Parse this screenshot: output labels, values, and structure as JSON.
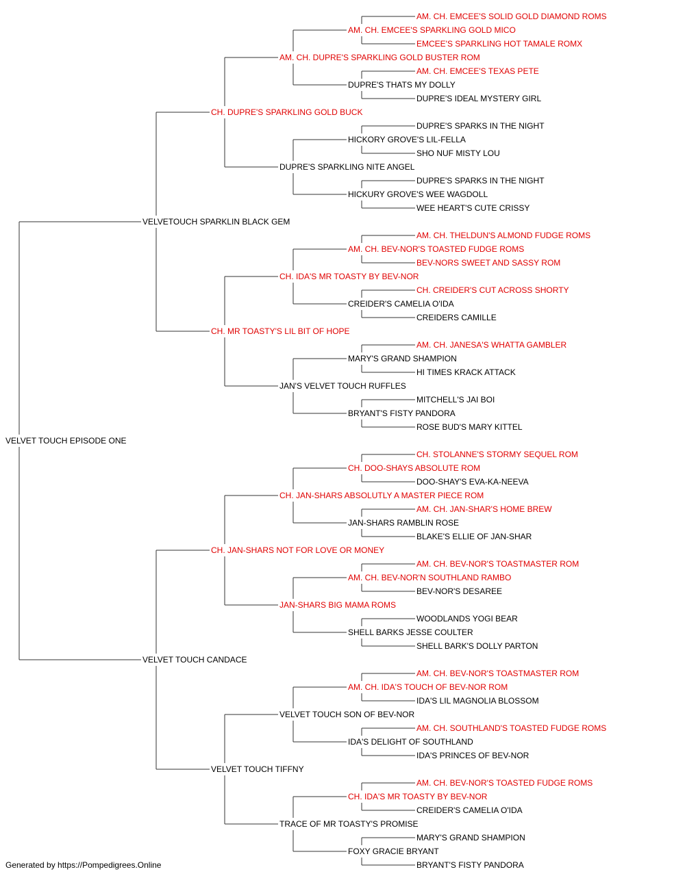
{
  "colors": {
    "champion": "#e00000",
    "normal": "#000000",
    "line": "#333333"
  },
  "pedigree": {
    "name": "VELVET TOUCH EPISODE ONE",
    "champion": false,
    "sire": {
      "name": "VELVETOUCH SPARKLIN BLACK GEM",
      "champion": false,
      "sire": {
        "name": "CH. DUPRE'S SPARKLING GOLD BUCK",
        "champion": true,
        "sire": {
          "name": "AM. CH. DUPRE'S SPARKLING GOLD BUSTER ROM",
          "champion": true,
          "sire": {
            "name": "AM. CH. EMCEE'S SPARKLING GOLD MICO",
            "champion": true,
            "sire": {
              "name": "AM. CH. EMCEE'S SOLID GOLD DIAMOND ROMS",
              "champion": true
            },
            "dam": {
              "name": "EMCEE'S SPARKLING HOT TAMALE ROMX",
              "champion": true
            }
          },
          "dam": {
            "name": "DUPRE'S THATS MY DOLLY",
            "champion": false,
            "sire": {
              "name": "AM. CH. EMCEE'S TEXAS PETE",
              "champion": true
            },
            "dam": {
              "name": "DUPRE'S IDEAL MYSTERY GIRL",
              "champion": false
            }
          }
        },
        "dam": {
          "name": "DUPRE'S SPARKLING NITE ANGEL",
          "champion": false,
          "sire": {
            "name": "HICKORY GROVE'S LIL-FELLA",
            "champion": false,
            "sire": {
              "name": "DUPRE'S SPARKS IN THE NIGHT",
              "champion": false
            },
            "dam": {
              "name": "SHO NUF MISTY LOU",
              "champion": false
            }
          },
          "dam": {
            "name": "HICKURY GROVE'S WEE WAGDOLL",
            "champion": false,
            "sire": {
              "name": "DUPRE'S SPARKS IN THE NIGHT",
              "champion": false
            },
            "dam": {
              "name": "WEE HEART'S CUTE CRISSY",
              "champion": false
            }
          }
        }
      },
      "dam": {
        "name": "CH. MR TOASTY'S LIL BIT OF HOPE",
        "champion": true,
        "sire": {
          "name": "CH. IDA'S MR TOASTY BY BEV-NOR",
          "champion": true,
          "sire": {
            "name": "AM. CH. BEV-NOR'S TOASTED FUDGE ROMS",
            "champion": true,
            "sire": {
              "name": "AM. CH. THELDUN'S ALMOND FUDGE ROMS",
              "champion": true
            },
            "dam": {
              "name": "BEV-NORS SWEET AND SASSY ROM",
              "champion": true
            }
          },
          "dam": {
            "name": "CREIDER'S CAMELIA O'IDA",
            "champion": false,
            "sire": {
              "name": "CH. CREIDER'S CUT ACROSS SHORTY",
              "champion": true
            },
            "dam": {
              "name": "CREIDERS CAMILLE",
              "champion": false
            }
          }
        },
        "dam": {
          "name": "JAN'S VELVET TOUCH RUFFLES",
          "champion": false,
          "sire": {
            "name": "MARY'S GRAND SHAMPION",
            "champion": false,
            "sire": {
              "name": "AM. CH. JANESA'S WHATTA GAMBLER",
              "champion": true
            },
            "dam": {
              "name": "HI TIMES KRACK ATTACK",
              "champion": false
            }
          },
          "dam": {
            "name": "BRYANT'S FISTY PANDORA",
            "champion": false,
            "sire": {
              "name": "MITCHELL'S JAI BOI",
              "champion": false
            },
            "dam": {
              "name": "ROSE BUD'S MARY KITTEL",
              "champion": false
            }
          }
        }
      }
    },
    "dam": {
      "name": "VELVET TOUCH CANDACE",
      "champion": false,
      "sire": {
        "name": "CH. JAN-SHARS NOT FOR LOVE OR MONEY",
        "champion": true,
        "sire": {
          "name": "CH. JAN-SHARS ABSOLUTLY A MASTER PIECE ROM",
          "champion": true,
          "sire": {
            "name": "CH. DOO-SHAYS ABSOLUTE ROM",
            "champion": true,
            "sire": {
              "name": "CH. STOLANNE'S STORMY SEQUEL ROM",
              "champion": true
            },
            "dam": {
              "name": "DOO-SHAY'S EVA-KA-NEEVA",
              "champion": false
            }
          },
          "dam": {
            "name": "JAN-SHARS RAMBLIN ROSE",
            "champion": false,
            "sire": {
              "name": "AM. CH. JAN-SHAR'S HOME BREW",
              "champion": true
            },
            "dam": {
              "name": "BLAKE'S ELLIE OF JAN-SHAR",
              "champion": false
            }
          }
        },
        "dam": {
          "name": "JAN-SHARS BIG MAMA ROMS",
          "champion": true,
          "sire": {
            "name": "AM. CH. BEV-NOR'N SOUTHLAND RAMBO",
            "champion": true,
            "sire": {
              "name": "AM. CH. BEV-NOR'S TOASTMASTER ROM",
              "champion": true
            },
            "dam": {
              "name": "BEV-NOR'S DESAREE",
              "champion": false
            }
          },
          "dam": {
            "name": "SHELL BARKS JESSE COULTER",
            "champion": false,
            "sire": {
              "name": "WOODLANDS YOGI BEAR",
              "champion": false
            },
            "dam": {
              "name": "SHELL BARK'S DOLLY PARTON",
              "champion": false
            }
          }
        }
      },
      "dam": {
        "name": "VELVET TOUCH TIFFNY",
        "champion": false,
        "sire": {
          "name": "VELVET TOUCH SON OF BEV-NOR",
          "champion": false,
          "sire": {
            "name": "AM. CH. IDA'S TOUCH OF BEV-NOR ROM",
            "champion": true,
            "sire": {
              "name": "AM. CH. BEV-NOR'S TOASTMASTER ROM",
              "champion": true
            },
            "dam": {
              "name": "IDA'S LIL MAGNOLIA BLOSSOM",
              "champion": false
            }
          },
          "dam": {
            "name": "IDA'S DELIGHT OF SOUTHLAND",
            "champion": false,
            "sire": {
              "name": "AM. CH. SOUTHLAND'S TOASTED FUDGE ROMS",
              "champion": true
            },
            "dam": {
              "name": "IDA'S PRINCES OF BEV-NOR",
              "champion": false
            }
          }
        },
        "dam": {
          "name": "TRACE OF MR TOASTY'S PROMISE",
          "champion": false,
          "sire": {
            "name": "CH. IDA'S MR TOASTY BY BEV-NOR",
            "champion": true,
            "sire": {
              "name": "AM. CH. BEV-NOR'S TOASTED FUDGE ROMS",
              "champion": true
            },
            "dam": {
              "name": "CREIDER'S CAMELIA O'IDA",
              "champion": false
            }
          },
          "dam": {
            "name": "FOXY GRACIE BRYANT",
            "champion": false,
            "sire": {
              "name": "MARY'S GRAND SHAMPION",
              "champion": false
            },
            "dam": {
              "name": "BRYANT'S FISTY PANDORA",
              "champion": false
            }
          }
        }
      }
    }
  },
  "footer": {
    "text": "Generated by https://Pompedigrees.Online"
  }
}
